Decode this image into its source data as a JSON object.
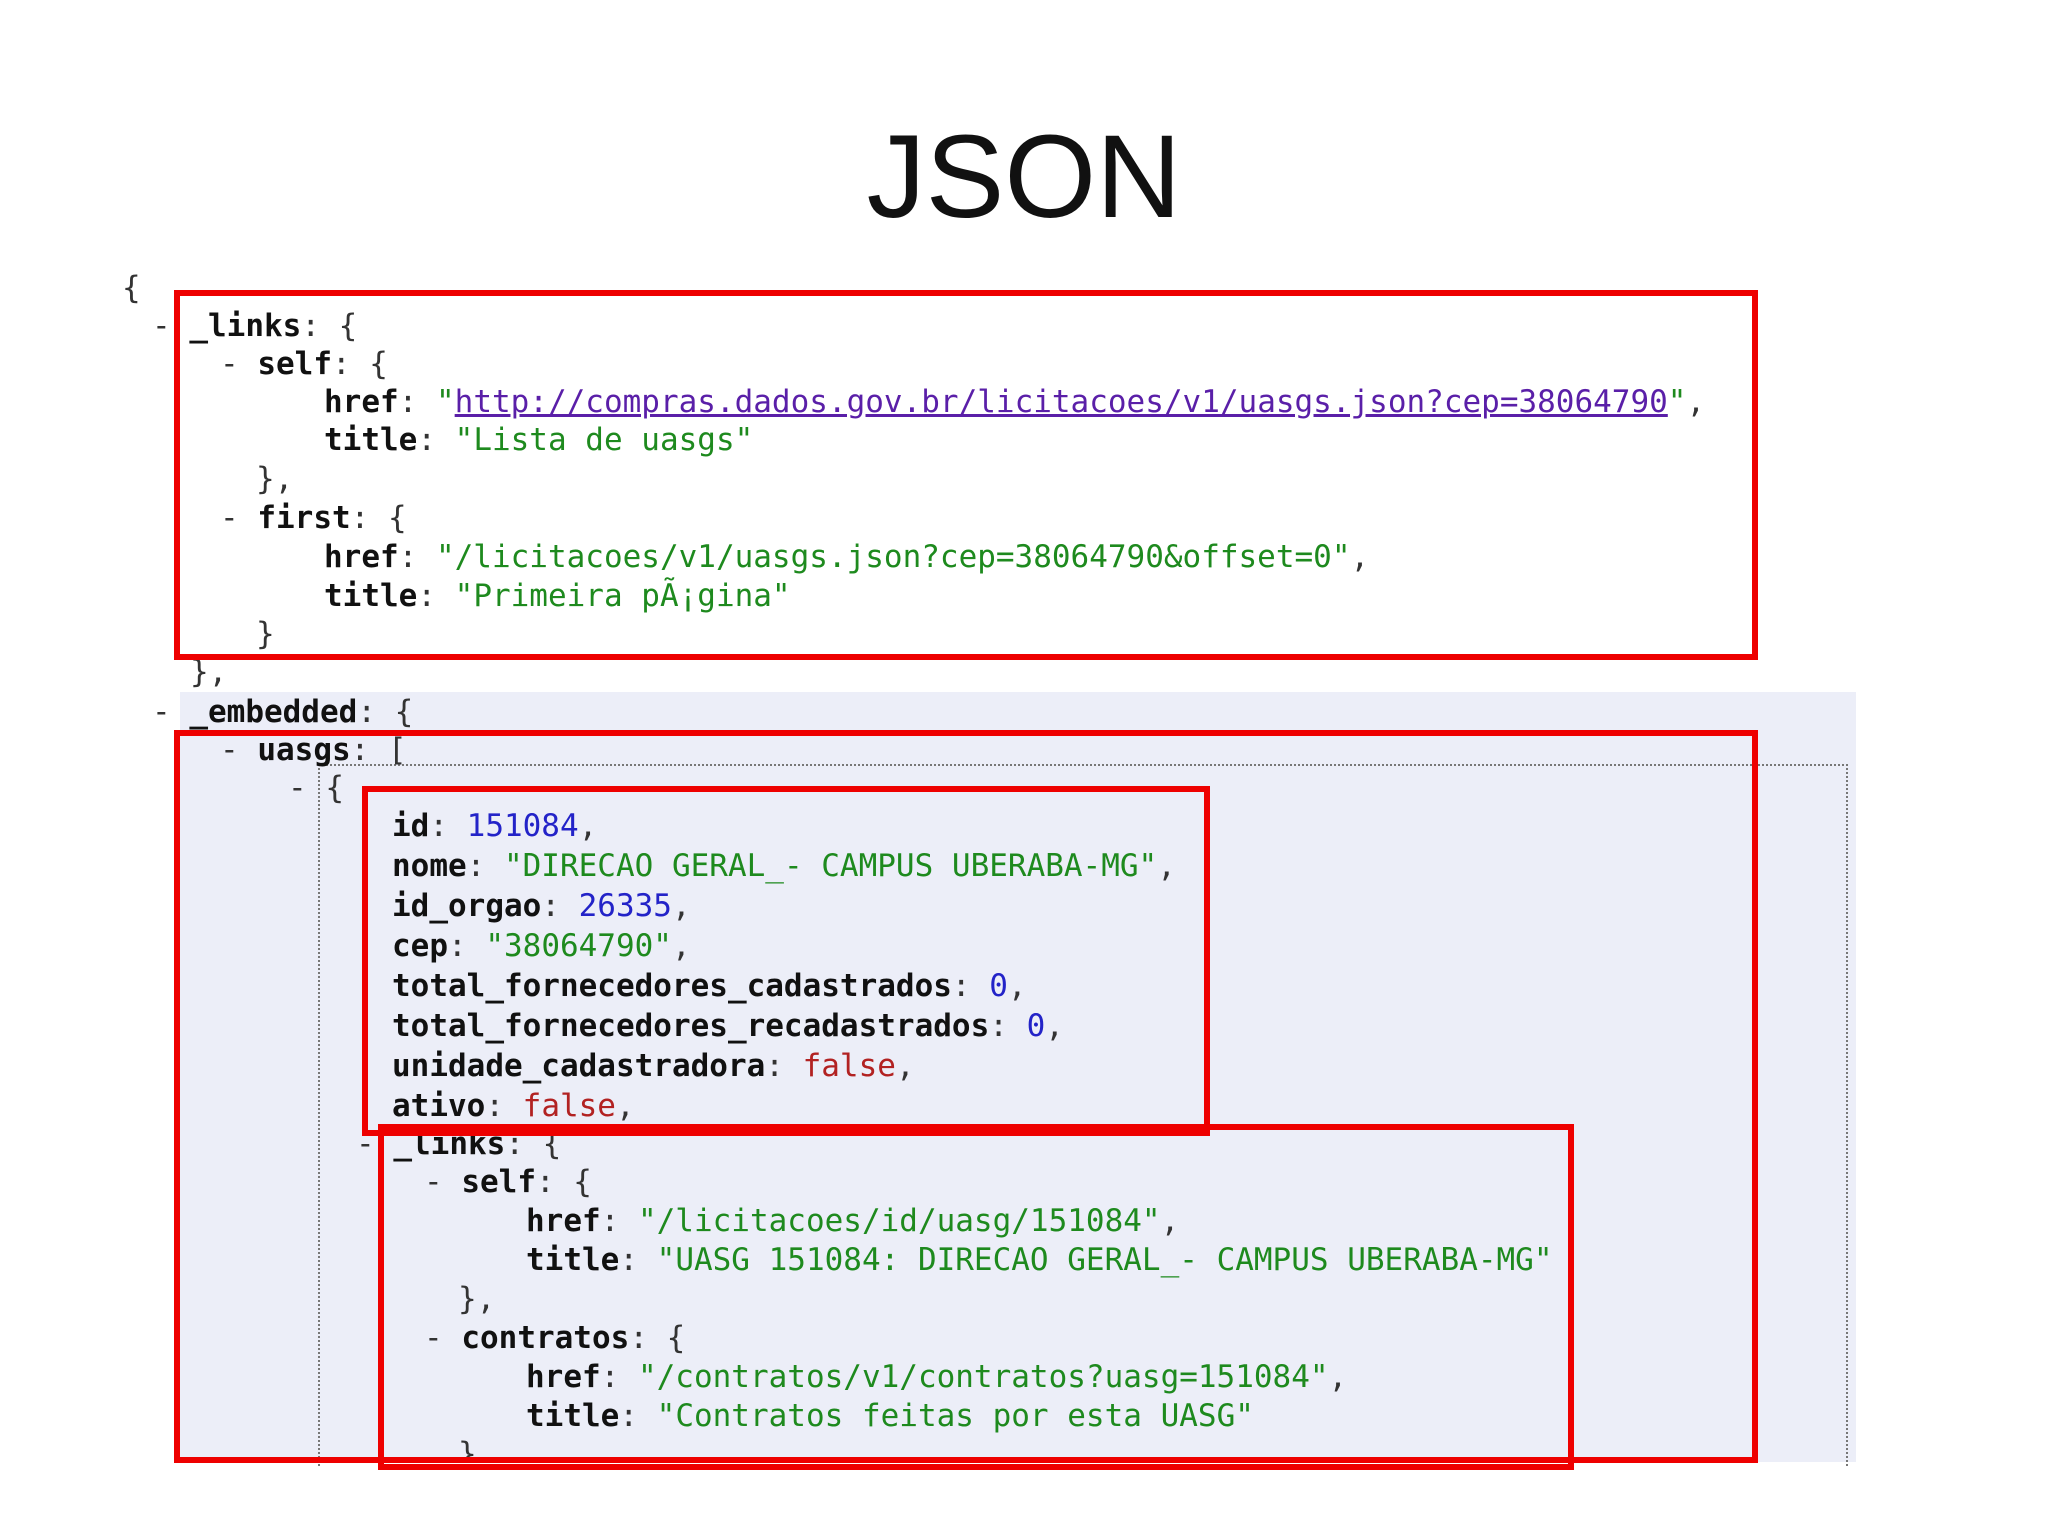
{
  "slide_title": "JSON",
  "code": {
    "open_brace": "{",
    "links_key": "_links",
    "self_key": "self",
    "href_key": "href",
    "title_key": "title",
    "self_href": "http://compras.dados.gov.br/licitacoes/v1/uasgs.json?cep=38064790",
    "self_title": "\"Lista de uasgs\"",
    "first_key": "first",
    "first_href": "\"/licitacoes/v1/uasgs.json?cep=38064790&offset=0\"",
    "first_title": "\"Primeira pÃ¡gina\"",
    "embedded_key": "_embedded",
    "uasgs_key": "uasgs",
    "item": {
      "id_key": "id",
      "id_val": "151084",
      "nome_key": "nome",
      "nome_val": "\"DIRECAO GERAL_- CAMPUS UBERABA-MG\"",
      "id_orgao_key": "id_orgao",
      "id_orgao_val": "26335",
      "cep_key": "cep",
      "cep_val": "\"38064790\"",
      "tfc_key": "total_fornecedores_cadastrados",
      "tfc_val": "0",
      "tfr_key": "total_fornecedores_recadastrados",
      "tfr_val": "0",
      "uc_key": "unidade_cadastradora",
      "uc_val": "false",
      "ativo_key": "ativo",
      "ativo_val": "false",
      "links_key": "_links",
      "self_key": "self",
      "self_href": "\"/licitacoes/id/uasg/151084\"",
      "self_title": "\"UASG 151084: DIRECAO GERAL_- CAMPUS UBERABA-MG\"",
      "contratos_key": "contratos",
      "contratos_href": "\"/contratos/v1/contratos?uasg=151084\"",
      "contratos_title": "\"Contratos feitas por esta UASG\""
    }
  },
  "highlight_color": "#ee0000"
}
